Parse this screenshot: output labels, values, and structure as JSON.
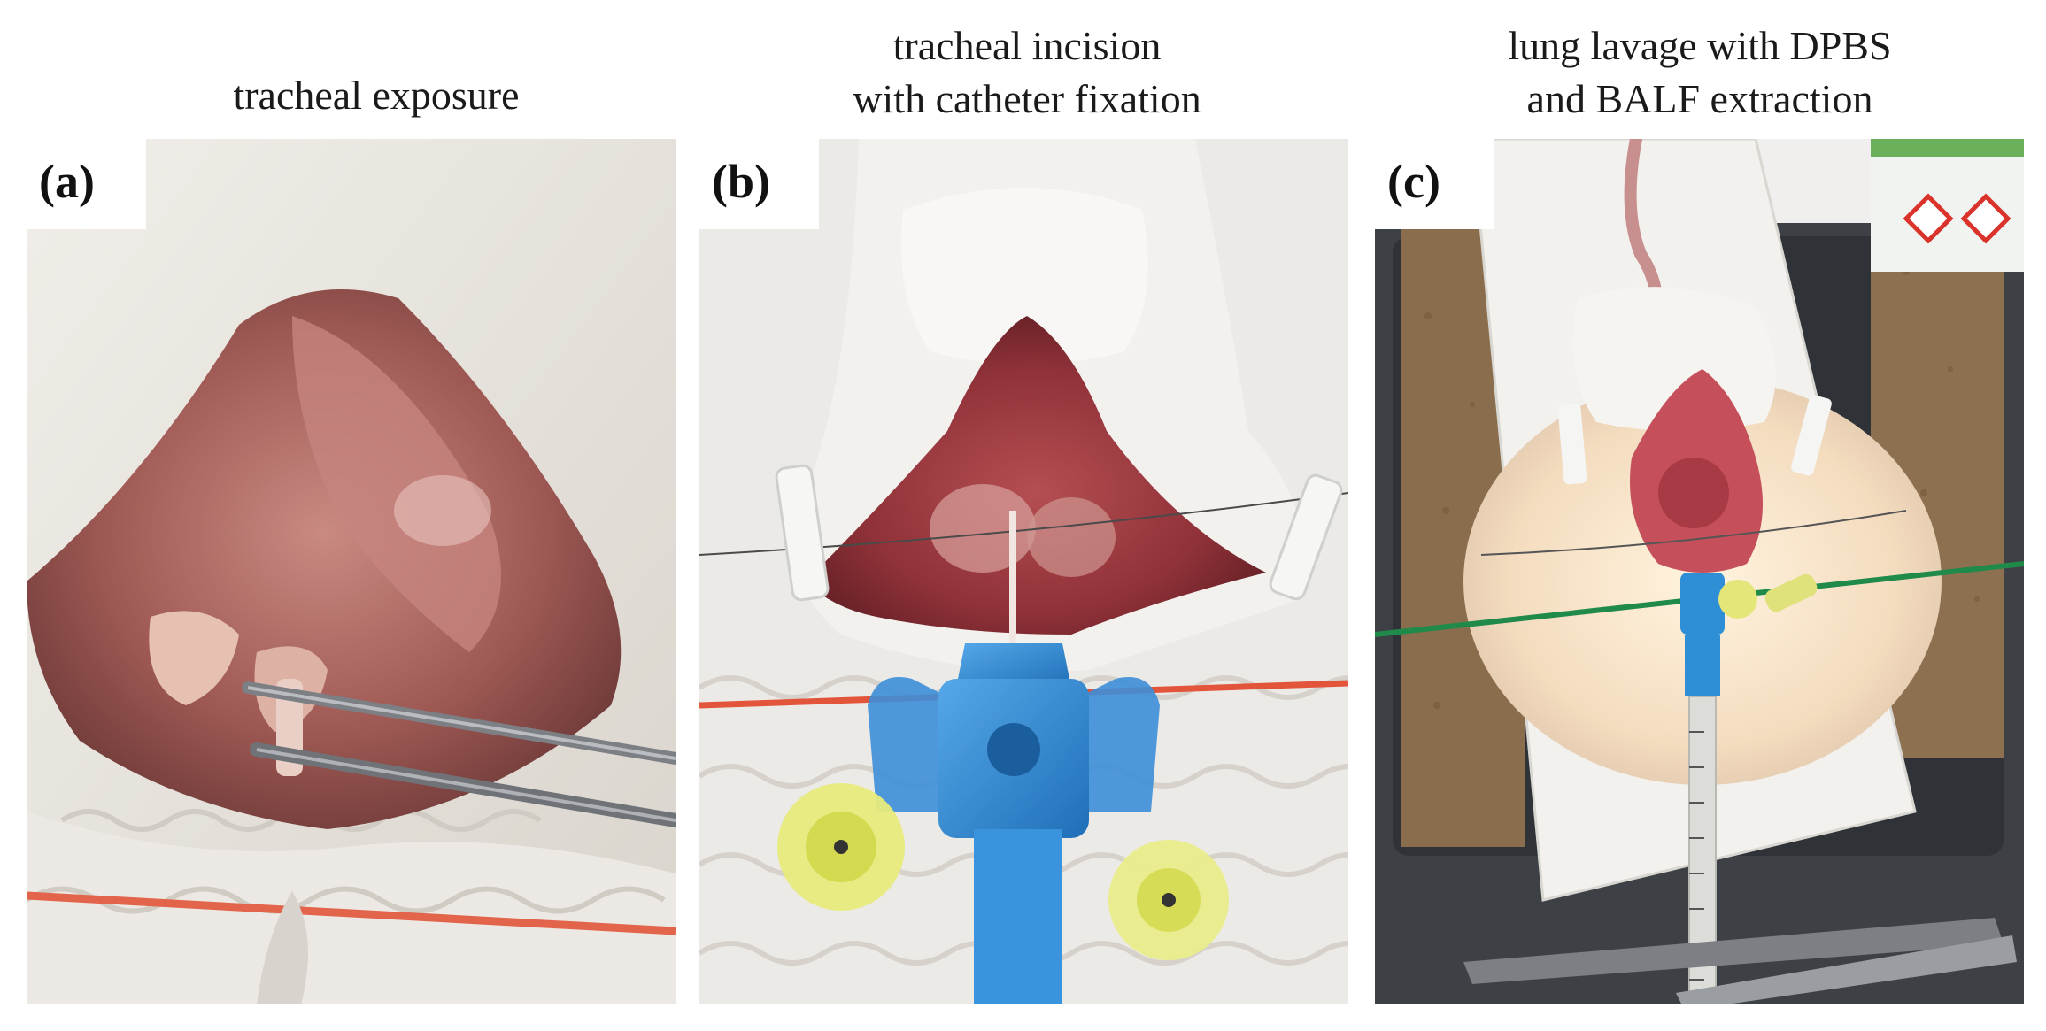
{
  "panels": [
    {
      "letter": "(a)",
      "caption": [
        "tracheal exposure"
      ]
    },
    {
      "letter": "(b)",
      "caption": [
        "tracheal incision",
        "with catheter fixation"
      ]
    },
    {
      "letter": "(c)",
      "caption": [
        "lung lavage with DPBS",
        "and BALF extraction"
      ]
    }
  ]
}
